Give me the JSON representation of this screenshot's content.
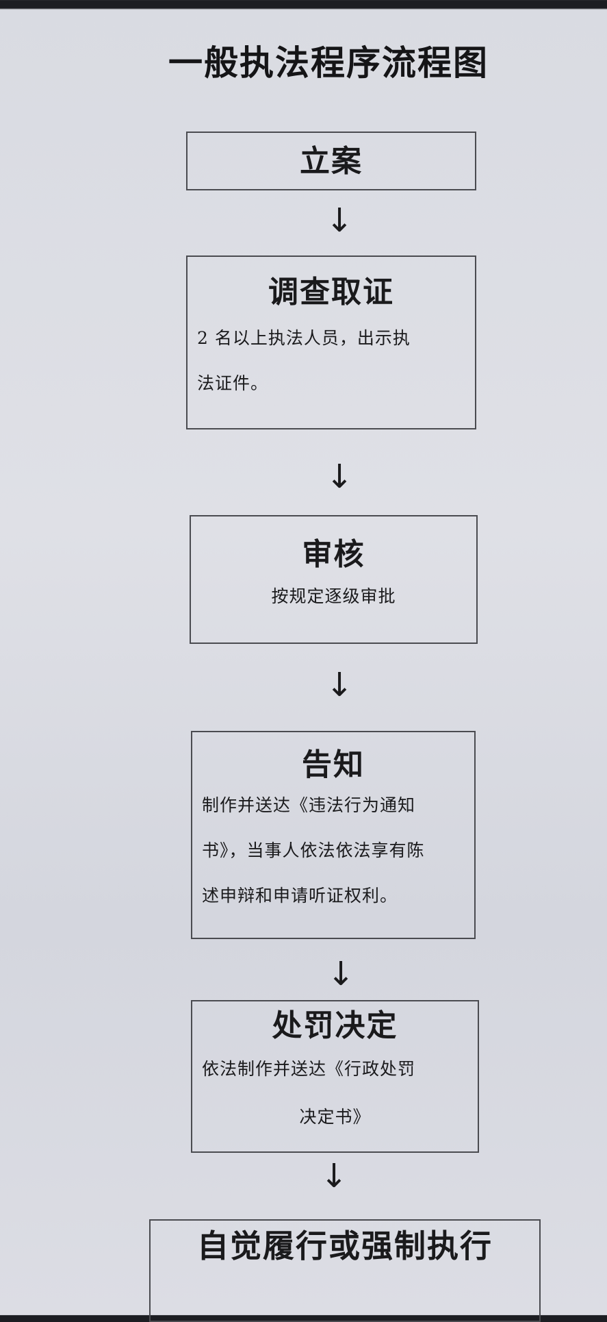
{
  "title": "一般执法程序流程图",
  "steps": [
    {
      "title": "立案"
    },
    {
      "title": "调查取证",
      "body": [
        "2 名以上执法人员，出示执",
        "法证件。"
      ]
    },
    {
      "title": "审核",
      "body": [
        "按规定逐级审批"
      ]
    },
    {
      "title": "告知",
      "body": [
        "制作并送达《违法行为通知",
        "书》，当事人依法依法享有陈",
        "述申辩和申请听证权利。"
      ]
    },
    {
      "title": "处罚决定",
      "body": [
        "依法制作并送达《行政处罚",
        "决定书》"
      ]
    },
    {
      "title": "自觉履行或强制执行"
    }
  ],
  "arrow": "↓"
}
